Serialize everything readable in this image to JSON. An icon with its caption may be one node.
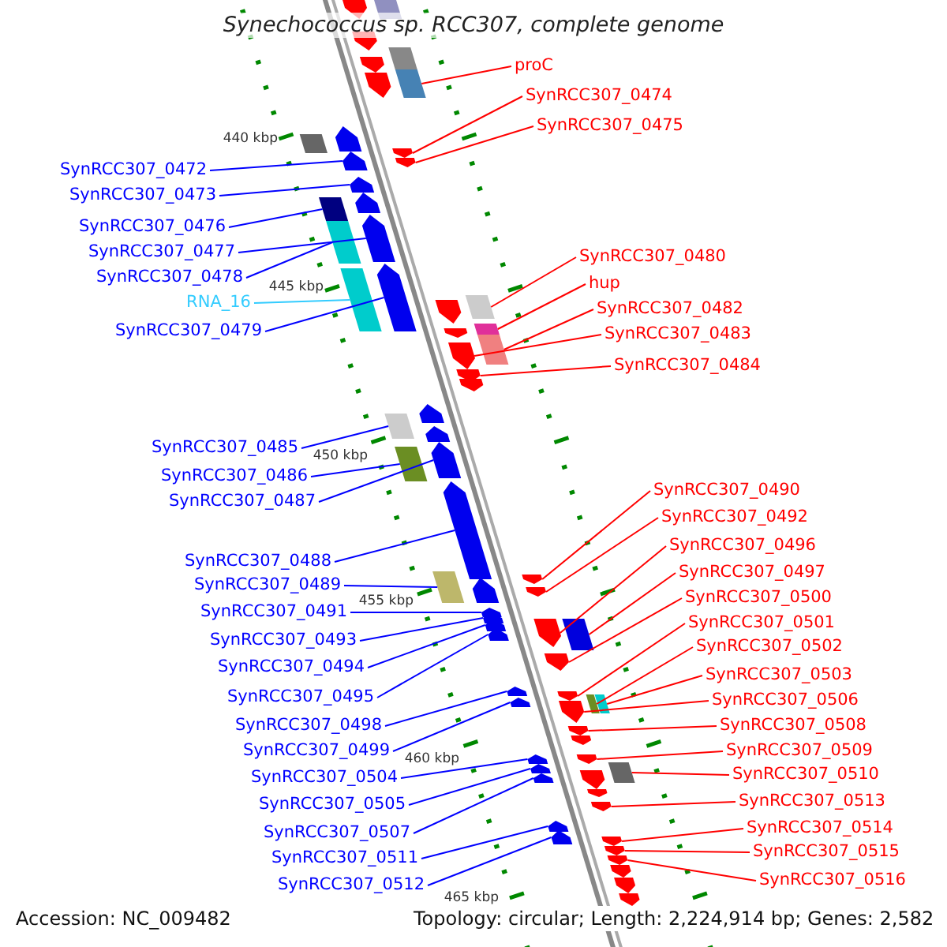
{
  "diagram": {
    "title": "Synechococcus sp. RCC307, complete genome",
    "nodes": [
      {
        "text": [
          "SynRCC307_0472"
        ]
      },
      {
        "text": [
          "SynRCC307_0473"
        ]
      },
      {
        "text": [
          "SynRCC307_0476"
        ]
      },
      {
        "text": [
          "SynRCC307_0477"
        ]
      },
      {
        "text": [
          "SynRCC307_0478"
        ]
      },
      {
        "text": [
          "RNA_16"
        ]
      },
      {
        "text": [
          "SynRCC307_0479"
        ]
      },
      {
        "text": [
          "SynRCC307_0485"
        ]
      },
      {
        "text": [
          "SynRCC307_0486"
        ]
      },
      {
        "text": [
          "SynRCC307_0487"
        ]
      },
      {
        "text": [
          "SynRCC307_0488"
        ]
      },
      {
        "text": [
          "SynRCC307_0489"
        ]
      },
      {
        "text": [
          "SynRCC307_0491"
        ]
      },
      {
        "text": [
          "SynRCC307_0493"
        ]
      },
      {
        "text": [
          "SynRCC307_0494"
        ]
      },
      {
        "text": [
          "SynRCC307_0495"
        ]
      },
      {
        "text": [
          "SynRCC307_0498"
        ]
      },
      {
        "text": [
          "SynRCC307_0499"
        ]
      },
      {
        "text": [
          "SynRCC307_0504"
        ]
      },
      {
        "text": [
          "SynRCC307_0505"
        ]
      },
      {
        "text": [
          "SynRCC307_0507"
        ]
      },
      {
        "text": [
          "SynRCC307_0511"
        ]
      },
      {
        "text": [
          "SynRCC307_0512"
        ]
      },
      {
        "text": [
          "proC"
        ]
      },
      {
        "text": [
          "SynRCC307_0474"
        ]
      },
      {
        "text": [
          "SynRCC307_0475"
        ]
      },
      {
        "text": [
          "SynRCC307_0480"
        ]
      },
      {
        "text": [
          "hup"
        ]
      },
      {
        "text": [
          "SynRCC307_0482"
        ]
      },
      {
        "text": [
          "SynRCC307_0483"
        ]
      },
      {
        "text": [
          "SynRCC307_0484"
        ]
      },
      {
        "text": [
          "SynRCC307_0490"
        ]
      },
      {
        "text": [
          "SynRCC307_0492"
        ]
      },
      {
        "text": [
          "SynRCC307_0496"
        ]
      },
      {
        "text": [
          "SynRCC307_0497"
        ]
      },
      {
        "text": [
          "SynRCC307_0500"
        ]
      },
      {
        "text": [
          "SynRCC307_0501"
        ]
      },
      {
        "text": [
          "SynRCC307_0502"
        ]
      },
      {
        "text": [
          "SynRCC307_0503"
        ]
      },
      {
        "text": [
          "SynRCC307_0506"
        ]
      },
      {
        "text": [
          "SynRCC307_0508"
        ]
      },
      {
        "text": [
          "SynRCC307_0509"
        ]
      },
      {
        "text": [
          "SynRCC307_0510"
        ]
      },
      {
        "text": [
          "SynRCC307_0513"
        ]
      },
      {
        "text": [
          "SynRCC307_0514"
        ]
      },
      {
        "text": [
          "SynRCC307_0515"
        ]
      },
      {
        "text": [
          "SynRCC307_0516"
        ]
      },
      {
        "text": [],
        "shape": "arrow"
      },
      {
        "text": [],
        "shape": "box"
      },
      {
        "text": [],
        "shape": "arrow"
      },
      {
        "text": [],
        "shape": "box"
      },
      {
        "text": [],
        "shape": "arrow"
      },
      {
        "text": [],
        "shape": "box"
      },
      {
        "text": [],
        "shape": "arrow"
      },
      {
        "text": [],
        "shape": "arrow"
      },
      {
        "text": [],
        "shape": "box"
      },
      {
        "text": [],
        "shape": "arrow"
      },
      {
        "text": [],
        "shape": "arrow"
      },
      {
        "text": [],
        "shape": "arrow"
      },
      {
        "text": [],
        "shape": "arrow"
      },
      {
        "text": [],
        "shape": "arrow"
      },
      {
        "text": [],
        "shape": "box"
      },
      {
        "text": [],
        "shape": "arrow"
      },
      {
        "text": [],
        "shape": "box"
      },
      {
        "text": [],
        "shape": "arrow"
      },
      {
        "text": [],
        "shape": "box"
      },
      {
        "text": [],
        "shape": "box"
      },
      {
        "text": [],
        "shape": "arrow"
      },
      {
        "text": [],
        "shape": "box"
      },
      {
        "text": [],
        "shape": "arrow"
      },
      {
        "text": [],
        "shape": "box"
      },
      {
        "text": [],
        "shape": "arrow"
      },
      {
        "text": [],
        "shape": "arrow"
      },
      {
        "text": [],
        "shape": "arrow"
      },
      {
        "text": [],
        "shape": "arrow"
      },
      {
        "text": [],
        "shape": "box"
      },
      {
        "text": [],
        "shape": "arrow"
      },
      {
        "text": [],
        "shape": "arrow"
      },
      {
        "text": [],
        "shape": "box"
      },
      {
        "text": [],
        "shape": "arrow"
      },
      {
        "text": [],
        "shape": "box"
      },
      {
        "text": [],
        "shape": "arrow"
      },
      {
        "text": [],
        "shape": "arrow"
      },
      {
        "text": [],
        "shape": "arrow"
      },
      {
        "text": [],
        "shape": "arrow"
      },
      {
        "text": [],
        "shape": "arrow"
      },
      {
        "text": [],
        "shape": "arrow"
      },
      {
        "text": [],
        "shape": "arrow"
      },
      {
        "text": [],
        "shape": "box"
      },
      {
        "text": [],
        "shape": "arrow"
      },
      {
        "text": [],
        "shape": "arrow"
      },
      {
        "text": [],
        "shape": "arrow"
      },
      {
        "text": [],
        "shape": "arrow"
      },
      {
        "text": [],
        "shape": "box"
      },
      {
        "text": [],
        "shape": "box"
      },
      {
        "text": [],
        "shape": "arrow"
      },
      {
        "text": [],
        "shape": "arrow"
      },
      {
        "text": [],
        "shape": "arrow"
      },
      {
        "text": [],
        "shape": "arrow"
      },
      {
        "text": [],
        "shape": "arrow"
      },
      {
        "text": [],
        "shape": "arrow"
      },
      {
        "text": [],
        "shape": "box"
      },
      {
        "text": [],
        "shape": "arrow"
      },
      {
        "text": [],
        "shape": "arrow"
      },
      {
        "text": [],
        "shape": "arrow"
      },
      {
        "text": [],
        "shape": "arrow"
      },
      {
        "text": [],
        "shape": "arrow"
      },
      {
        "text": [],
        "shape": "arrow"
      },
      {
        "text": [],
        "shape": "arrow"
      },
      {
        "text": [],
        "shape": "arrow"
      },
      {
        "text": [],
        "shape": "arrow"
      },
      {
        "text": [],
        "shape": "arrow"
      },
      {
        "text": [],
        "shape": "arrow"
      },
      {
        "text": [],
        "shape": "arrow"
      },
      {
        "text": [],
        "shape": "arrow"
      }
    ],
    "edges": [
      {
        "from": 0,
        "to": 58,
        "arrow": "none",
        "color": "#0000ff"
      },
      {
        "from": 1,
        "to": 59,
        "arrow": "none",
        "color": "#0000ff"
      },
      {
        "from": 2,
        "to": 61,
        "arrow": "none",
        "color": "#0000ff"
      },
      {
        "from": 3,
        "to": 62,
        "arrow": "none",
        "color": "#0000ff"
      },
      {
        "from": 4,
        "to": 63,
        "arrow": "none",
        "color": "#0000ff"
      },
      {
        "from": 5,
        "to": 65,
        "arrow": "none",
        "color": "#33ccff"
      },
      {
        "from": 6,
        "to": 64,
        "arrow": "none",
        "color": "#0000ff"
      },
      {
        "from": 7,
        "to": 75,
        "arrow": "none",
        "color": "#0000ff"
      },
      {
        "from": 8,
        "to": 78,
        "arrow": "none",
        "color": "#0000ff"
      },
      {
        "from": 9,
        "to": 77,
        "arrow": "none",
        "color": "#0000ff"
      },
      {
        "from": 10,
        "to": 79,
        "arrow": "none",
        "color": "#0000ff"
      },
      {
        "from": 11,
        "to": 80,
        "arrow": "none",
        "color": "#0000ff"
      },
      {
        "from": 12,
        "to": 84,
        "arrow": "none",
        "color": "#0000ff"
      },
      {
        "from": 13,
        "to": 85,
        "arrow": "none",
        "color": "#0000ff"
      },
      {
        "from": 14,
        "to": 86,
        "arrow": "none",
        "color": "#0000ff"
      },
      {
        "from": 15,
        "to": 89,
        "arrow": "none",
        "color": "#0000ff"
      },
      {
        "from": 16,
        "to": 91,
        "arrow": "none",
        "color": "#0000ff"
      },
      {
        "from": 17,
        "to": 95,
        "arrow": "none",
        "color": "#0000ff"
      },
      {
        "from": 18,
        "to": 99,
        "arrow": "none",
        "color": "#0000ff"
      },
      {
        "from": 19,
        "to": 102,
        "arrow": "none",
        "color": "#0000ff"
      },
      {
        "from": 20,
        "to": 104,
        "arrow": "none",
        "color": "#0000ff"
      },
      {
        "from": 21,
        "to": 107,
        "arrow": "none",
        "color": "#0000ff"
      },
      {
        "from": 22,
        "to": 108,
        "arrow": "none",
        "color": "#0000ff"
      },
      {
        "from": 23,
        "to": 52,
        "arrow": "none",
        "color": "#ff0000"
      },
      {
        "from": 24,
        "to": 56,
        "arrow": "none",
        "color": "#ff0000"
      },
      {
        "from": 25,
        "to": 57,
        "arrow": "none",
        "color": "#ff0000"
      },
      {
        "from": 26,
        "to": 66,
        "arrow": "none",
        "color": "#ff0000"
      },
      {
        "from": 27,
        "to": 68,
        "arrow": "none",
        "color": "#ff0000"
      },
      {
        "from": 28,
        "to": 70,
        "arrow": "none",
        "color": "#ff0000"
      },
      {
        "from": 29,
        "to": 71,
        "arrow": "none",
        "color": "#ff0000"
      },
      {
        "from": 30,
        "to": 72,
        "arrow": "none",
        "color": "#ff0000"
      },
      {
        "from": 31,
        "to": 81,
        "arrow": "none",
        "color": "#ff0000"
      },
      {
        "from": 32,
        "to": 83,
        "arrow": "none",
        "color": "#ff0000"
      },
      {
        "from": 33,
        "to": 87,
        "arrow": "none",
        "color": "#ff0000"
      },
      {
        "from": 34,
        "to": 88,
        "arrow": "none",
        "color": "#ff0000"
      },
      {
        "from": 35,
        "to": 90,
        "arrow": "none",
        "color": "#ff0000"
      },
      {
        "from": 36,
        "to": 92,
        "arrow": "none",
        "color": "#ff0000"
      },
      {
        "from": 37,
        "to": 93,
        "arrow": "none",
        "color": "#ff0000"
      },
      {
        "from": 38,
        "to": 94,
        "arrow": "none",
        "color": "#ff0000"
      },
      {
        "from": 39,
        "to": 96,
        "arrow": "none",
        "color": "#ff0000"
      },
      {
        "from": 40,
        "to": 97,
        "arrow": "none",
        "color": "#ff0000"
      },
      {
        "from": 41,
        "to": 100,
        "arrow": "none",
        "color": "#ff0000"
      },
      {
        "from": 42,
        "to": 101,
        "arrow": "none",
        "color": "#ff0000"
      },
      {
        "from": 43,
        "to": 106,
        "arrow": "none",
        "color": "#ff0000"
      },
      {
        "from": 44,
        "to": 109,
        "arrow": "none",
        "color": "#ff0000"
      },
      {
        "from": 45,
        "to": 110,
        "arrow": "none",
        "color": "#ff0000"
      },
      {
        "from": 46,
        "to": 111,
        "arrow": "none",
        "color": "#ff0000"
      }
    ],
    "labels": [
      "440 kbp",
      "445 kbp",
      "450 kbp",
      "455 kbp",
      "460 kbp",
      "465 kbp",
      "Accession: NC_009482",
      "Topology: circular; Length: 2,224,914 bp; Genes: 2,582"
    ]
  }
}
